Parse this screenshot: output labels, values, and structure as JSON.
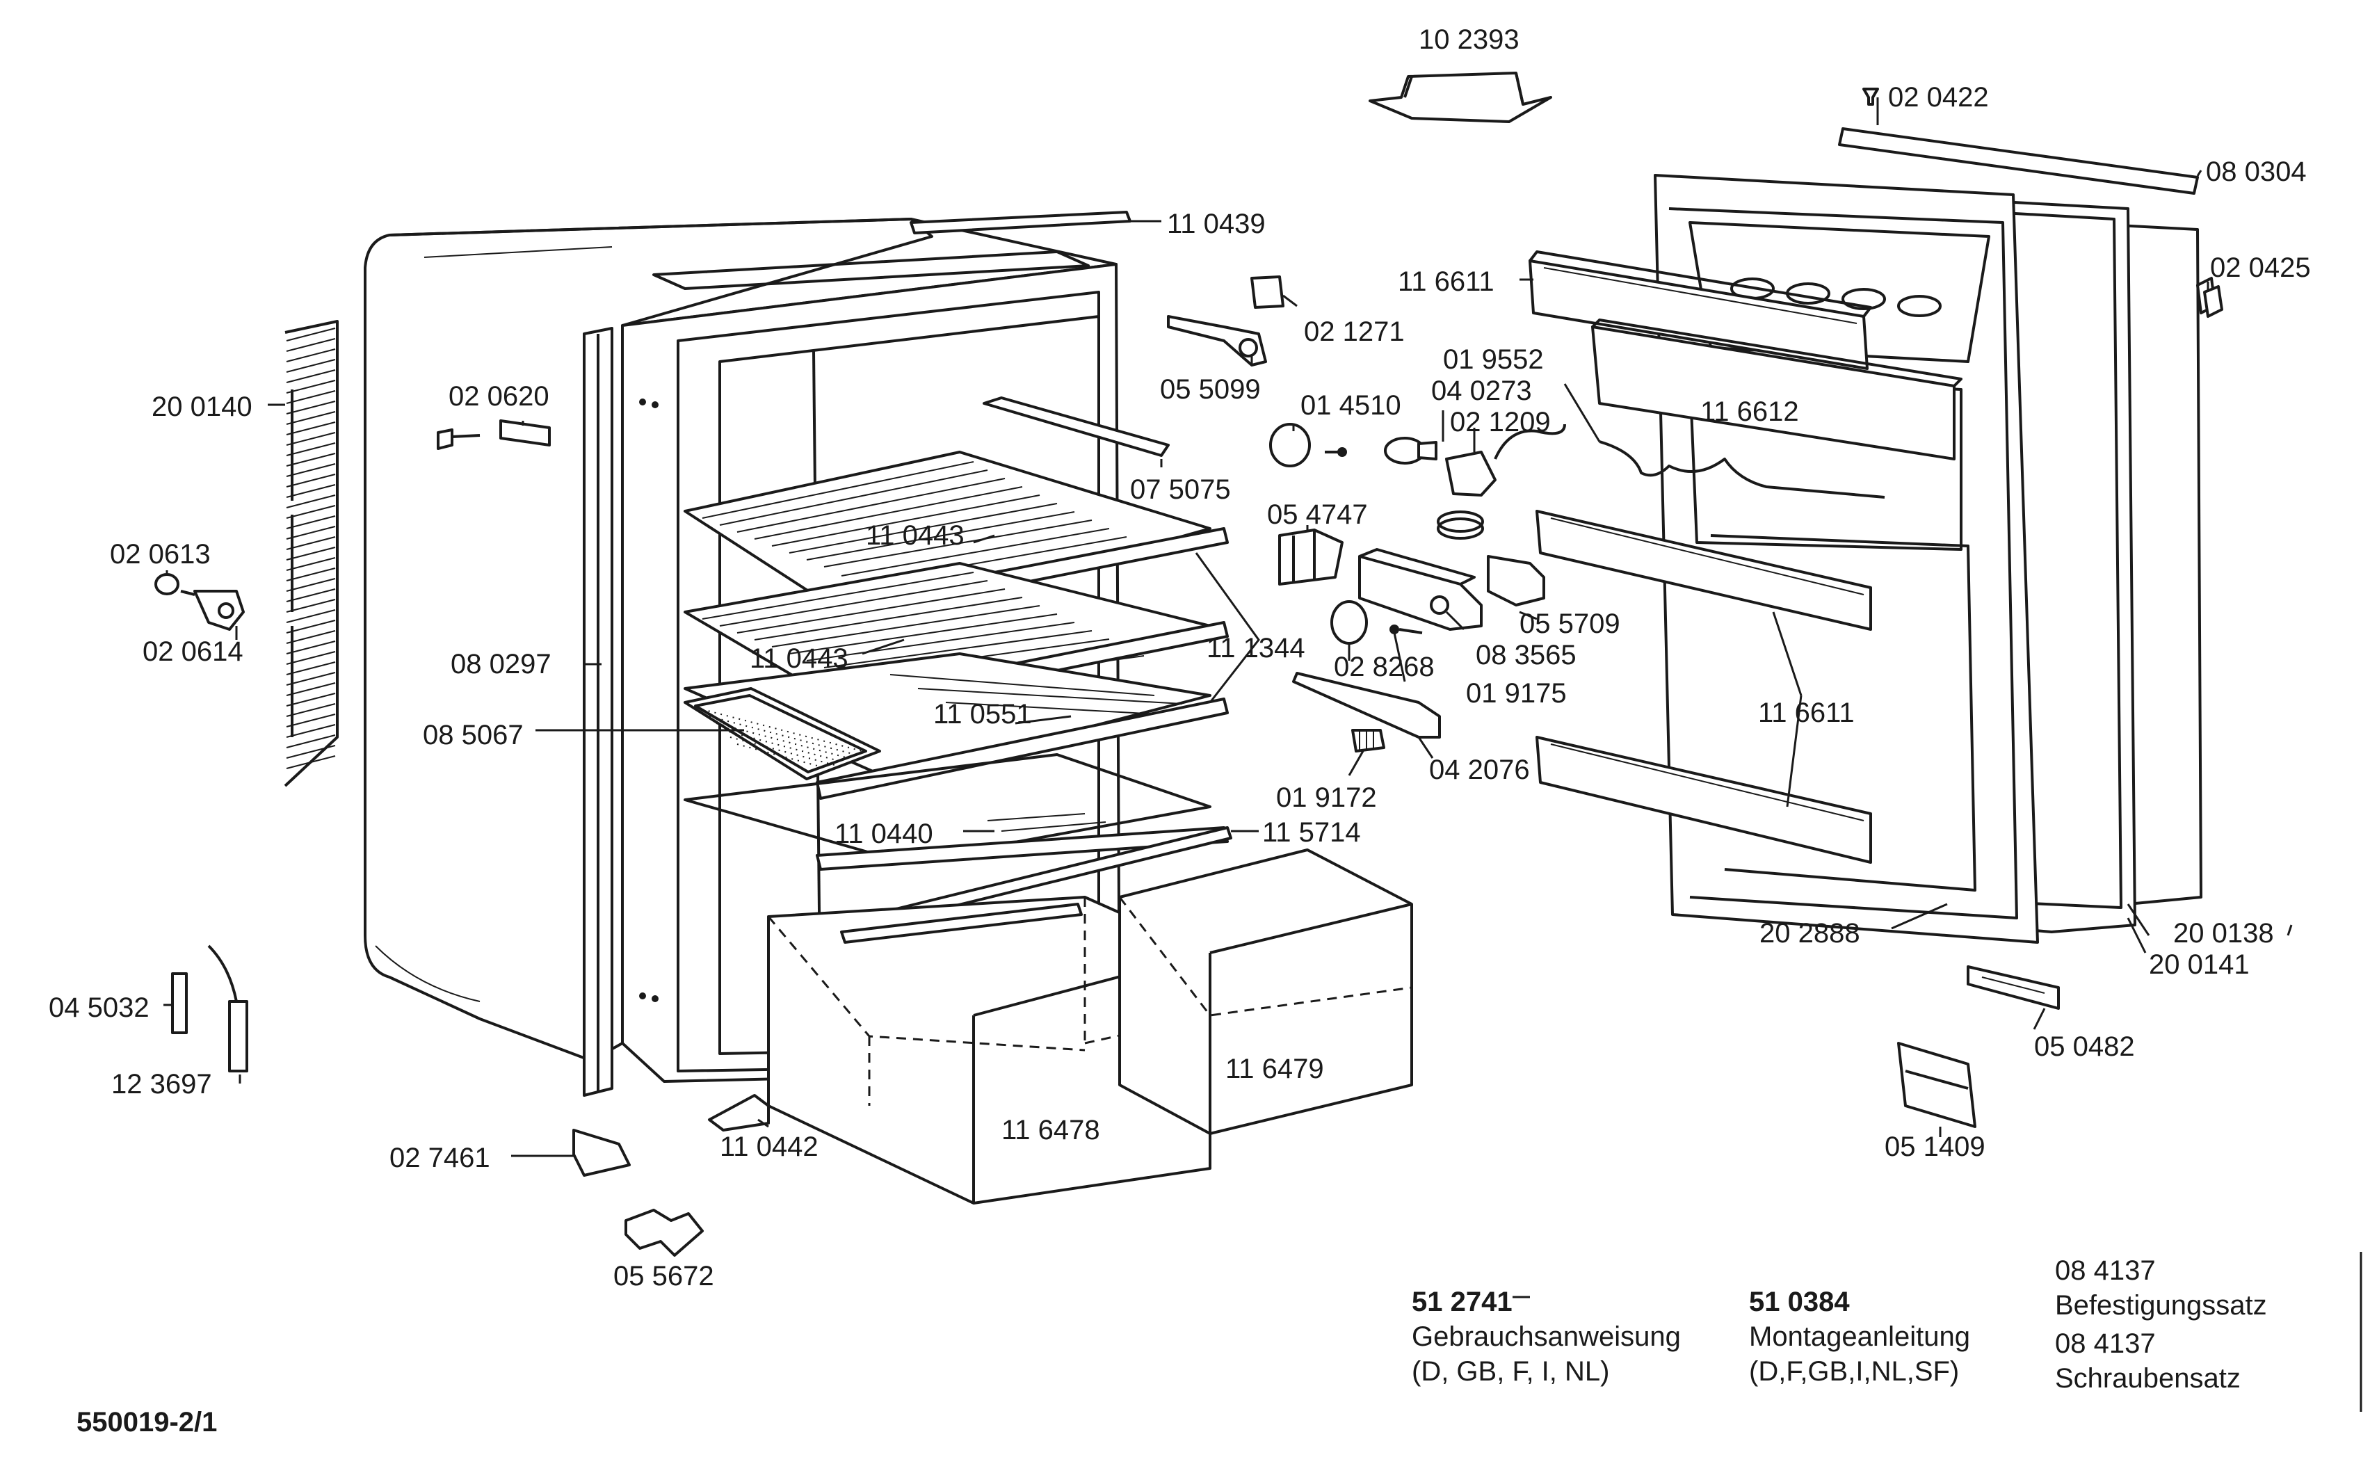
{
  "parts": [
    {
      "id": "p102393",
      "text": "10 2393"
    },
    {
      "id": "p020422",
      "text": "02 0422"
    },
    {
      "id": "p080304",
      "text": "08 0304"
    },
    {
      "id": "p110439",
      "text": "11 0439"
    },
    {
      "id": "p020425",
      "text": "02 0425"
    },
    {
      "id": "p116611a",
      "text": "11 6611"
    },
    {
      "id": "p021271",
      "text": "02 1271"
    },
    {
      "id": "p200140",
      "text": "20 0140"
    },
    {
      "id": "p020620",
      "text": "02 0620"
    },
    {
      "id": "p055099",
      "text": "05 5099"
    },
    {
      "id": "p019552",
      "text": "01 9552"
    },
    {
      "id": "p014510",
      "text": "01 4510"
    },
    {
      "id": "p040273",
      "text": "04 0273"
    },
    {
      "id": "p021209",
      "text": "02 1209"
    },
    {
      "id": "p116612",
      "text": "11 6612"
    },
    {
      "id": "p075075",
      "text": "07 5075"
    },
    {
      "id": "p054747",
      "text": "05 4747"
    },
    {
      "id": "p020613",
      "text": "02 0613"
    },
    {
      "id": "p110443a",
      "text": "11 0443"
    },
    {
      "id": "p055709",
      "text": "05 5709"
    },
    {
      "id": "p020614",
      "text": "02 0614"
    },
    {
      "id": "p110443b",
      "text": "11 0443"
    },
    {
      "id": "p111344",
      "text": "11 1344"
    },
    {
      "id": "p080297",
      "text": "08 0297"
    },
    {
      "id": "p028268",
      "text": "02 8268"
    },
    {
      "id": "p083565",
      "text": "08 3565"
    },
    {
      "id": "p019175",
      "text": "01 9175"
    },
    {
      "id": "p110551",
      "text": "11 0551"
    },
    {
      "id": "p116611b",
      "text": "11 6611"
    },
    {
      "id": "p085067",
      "text": "08 5067"
    },
    {
      "id": "p042076",
      "text": "04 2076"
    },
    {
      "id": "p019172",
      "text": "01 9172"
    },
    {
      "id": "p110440",
      "text": "11 0440"
    },
    {
      "id": "p115714",
      "text": "11 5714"
    },
    {
      "id": "p202888",
      "text": "20 2888"
    },
    {
      "id": "p200138",
      "text": "20 0138"
    },
    {
      "id": "p200141",
      "text": "20 0141"
    },
    {
      "id": "p045032",
      "text": "04 5032"
    },
    {
      "id": "p050482",
      "text": "05 0482"
    },
    {
      "id": "p116479",
      "text": "11 6479"
    },
    {
      "id": "p123697",
      "text": "12 3697"
    },
    {
      "id": "p116478",
      "text": "11 6478"
    },
    {
      "id": "p027461",
      "text": "02 7461"
    },
    {
      "id": "p110442",
      "text": "11 0442"
    },
    {
      "id": "p051409",
      "text": "05 1409"
    },
    {
      "id": "p055672",
      "text": "05 5672"
    }
  ],
  "literature": [
    {
      "code": "51 2741",
      "title": "Gebrauchsanweisung",
      "languages": "(D, GB, F, I, NL)"
    },
    {
      "code": "51 0384",
      "title": "Montageanleitung",
      "languages": "(D,F,GB,I,NL,SF)"
    }
  ],
  "kits": [
    {
      "code": "08 4137",
      "title": "Befestigungssatz"
    },
    {
      "code": "08 4137",
      "title": "Schraubensatz"
    }
  ],
  "drawing_number": "550019-2/1"
}
